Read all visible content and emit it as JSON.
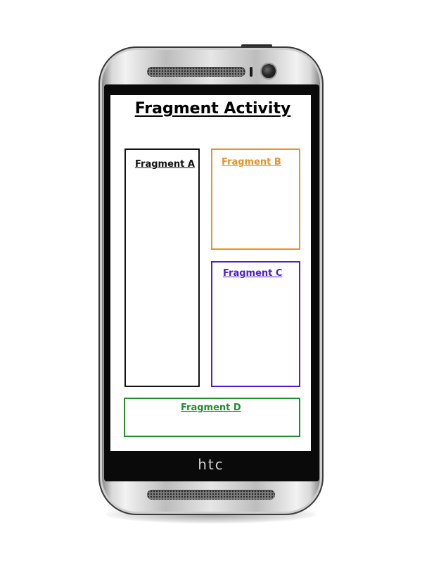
{
  "activity": {
    "title": "Fragment Activity"
  },
  "device": {
    "brand": "htc"
  },
  "fragments": [
    {
      "label": "Fragment A",
      "color": "#111111"
    },
    {
      "label": "Fragment B",
      "color": "#e8922a"
    },
    {
      "label": "Fragment C",
      "color": "#4a1ed6"
    },
    {
      "label": "Fragment D",
      "color": "#1f8f2a"
    }
  ]
}
